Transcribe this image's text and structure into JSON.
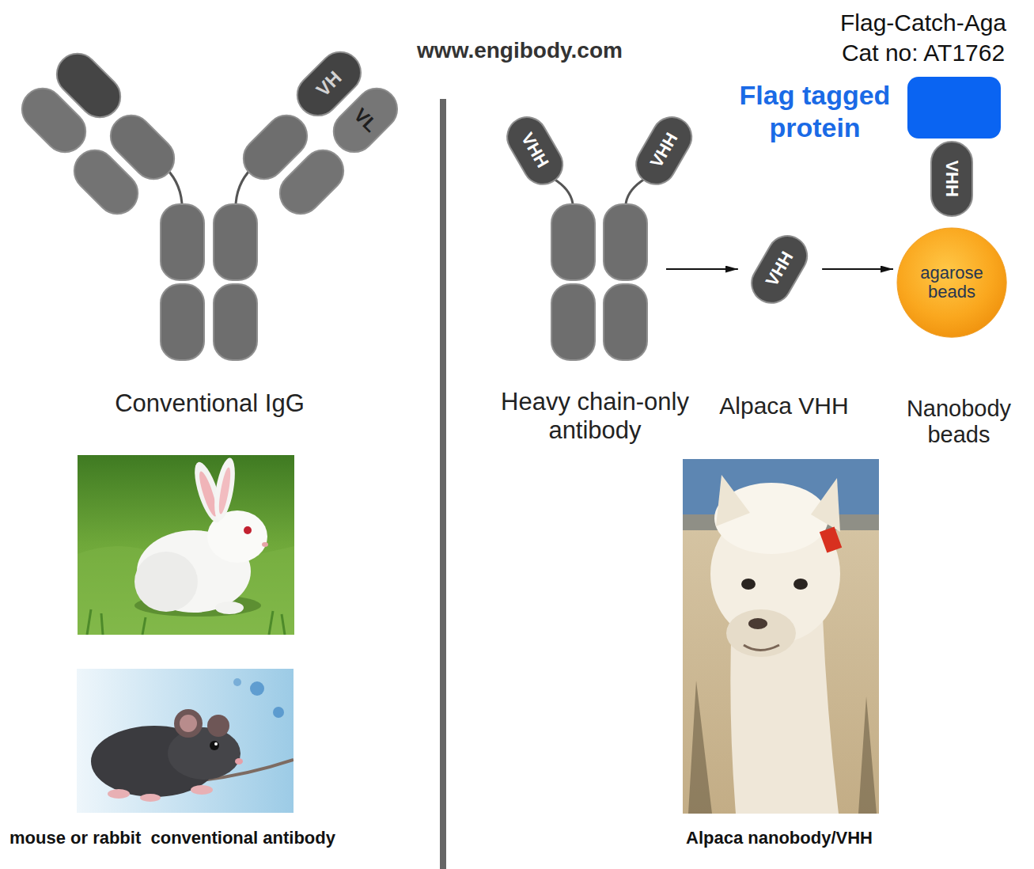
{
  "diagram": {
    "nodes": [
      {
        "text": [
          "Conventional IgG"
        ]
      },
      {
        "text": [
          "VH"
        ]
      },
      {
        "text": [
          "VL"
        ]
      },
      {
        "text": [
          "Heavy chain-only antibody"
        ]
      },
      {
        "text": [
          "VHH"
        ]
      },
      {
        "text": [
          "VHH"
        ]
      },
      {
        "text": [
          "VHH",
          "Alpaca VHH"
        ]
      },
      {
        "text": [
          "Flag tagged protein"
        ]
      },
      {
        "text": [
          "VHH"
        ]
      },
      {
        "text": [
          "agarose beads",
          "Nanobody beads"
        ]
      }
    ],
    "edges": [
      {
        "from": 3,
        "to": 6,
        "arrow": "to"
      },
      {
        "from": 6,
        "to": 9,
        "arrow": "to"
      }
    ],
    "labels": [
      "www.engibody.com",
      "Flag-Catch-Aga",
      "Cat no: AT1762",
      "mouse or rabbit  conventional antibody",
      "Alpaca nanobody/VHH"
    ]
  }
}
